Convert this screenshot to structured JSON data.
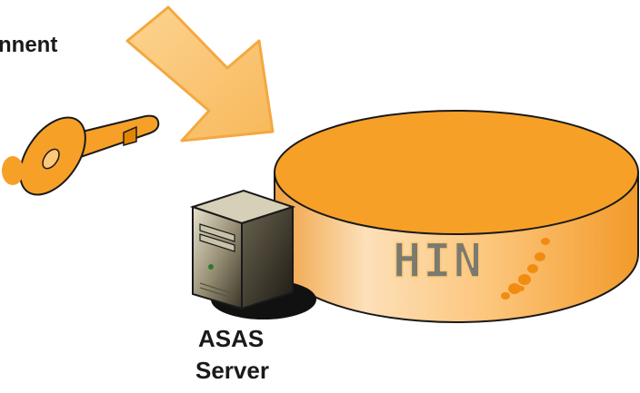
{
  "diagram": {
    "top_label": "nnent",
    "server_label_line1": "ASAS",
    "server_label_line2": "Server",
    "disk_label": "HIN",
    "colors": {
      "orange": "#f7a028",
      "orange_dark": "#e28500",
      "orange_light": "#fcc87a",
      "arrow_fill": "#fbc872",
      "server_dark": "#4a4436",
      "outline": "#1a1a1a"
    },
    "icons": [
      "key-icon",
      "arrow-icon",
      "server-icon",
      "hin-disk-icon"
    ]
  }
}
